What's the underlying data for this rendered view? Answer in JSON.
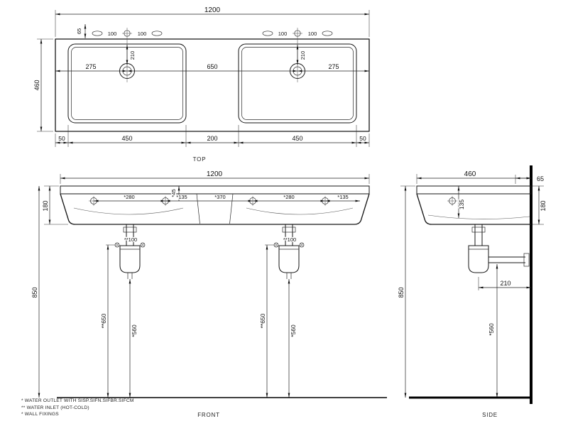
{
  "views": {
    "top": {
      "label": "TOP",
      "dims": {
        "overall_width": "1200",
        "overall_depth": "460",
        "tap_ledge": "65",
        "tap_hole_spacing": "100",
        "tap_depth": "210",
        "edge_to_tap": "275",
        "tap_to_tap": "650",
        "end_margin": "50",
        "basin_width": "450",
        "basin_gap": "200"
      }
    },
    "front": {
      "label": "FRONT",
      "dims": {
        "overall_width": "1200",
        "body_height": "180",
        "mounting_height": "850",
        "fixing_spacing": "*280",
        "fixing_side": "*135",
        "fixing_drop": "*45",
        "fixing_center_gap": "*370",
        "inlet_spacing": "**100",
        "inlet_height": "**650",
        "outlet_height": "*560"
      }
    },
    "side": {
      "label": "SIDE",
      "dims": {
        "overall_depth": "460",
        "tap_ledge": "65",
        "bowl_depth": "135",
        "body_height": "180",
        "mounting_height": "850",
        "trap_offset": "210",
        "outlet_height": "*560"
      }
    }
  },
  "notes": [
    "* WATER OUTLET WITH SISP.SIFN.SIFBR.SIFCM",
    "** WATER INLET (HOT-COLD)",
    "* WALL FIXINGS"
  ]
}
